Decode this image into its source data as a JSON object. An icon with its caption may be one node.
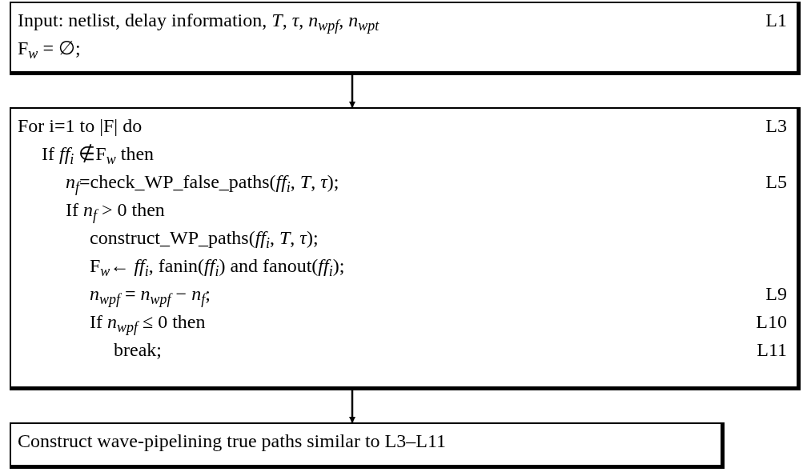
{
  "diagram": {
    "nodes": [
      {
        "text": [
          "Input: netlist, delay information, *T*, *τ*, *n*$_{wpf}$, *n*$_{wpt}$",
          "L1",
          "F$_{w}$ = ∅;"
        ]
      },
      {
        "text": [
          "For i=1 to |F| do",
          "L3",
          "If *ff*$_{i}$ ∉F$_{w}$ then",
          "*n*$_{f}$=check_WP_false_paths(*ff*$_{i}$, *T*, *τ*);",
          "L5",
          "If *n*$_{f}$ > 0 then",
          "construct_WP_paths(*ff*$_{i}$, *T*, *τ*);",
          "F$_{w}$← *ff*$_{i}$, fanin(*ff*$_{i}$) and fanout(*ff*$_{i}$);",
          "*n*$_{wpf}$ = *n*$_{wpf}$ − *n*$_{f}$;",
          "L9",
          "If *n*$_{wpf}$ ≤ 0 then",
          "L10",
          "break;",
          "L11"
        ]
      },
      {
        "text": [
          "Construct wave-pipelining true paths similar to L3–L11"
        ]
      }
    ],
    "edges": [
      {
        "from": 0,
        "to": 1,
        "arrow": "to"
      },
      {
        "from": 1,
        "to": 2,
        "arrow": "to"
      }
    ]
  }
}
